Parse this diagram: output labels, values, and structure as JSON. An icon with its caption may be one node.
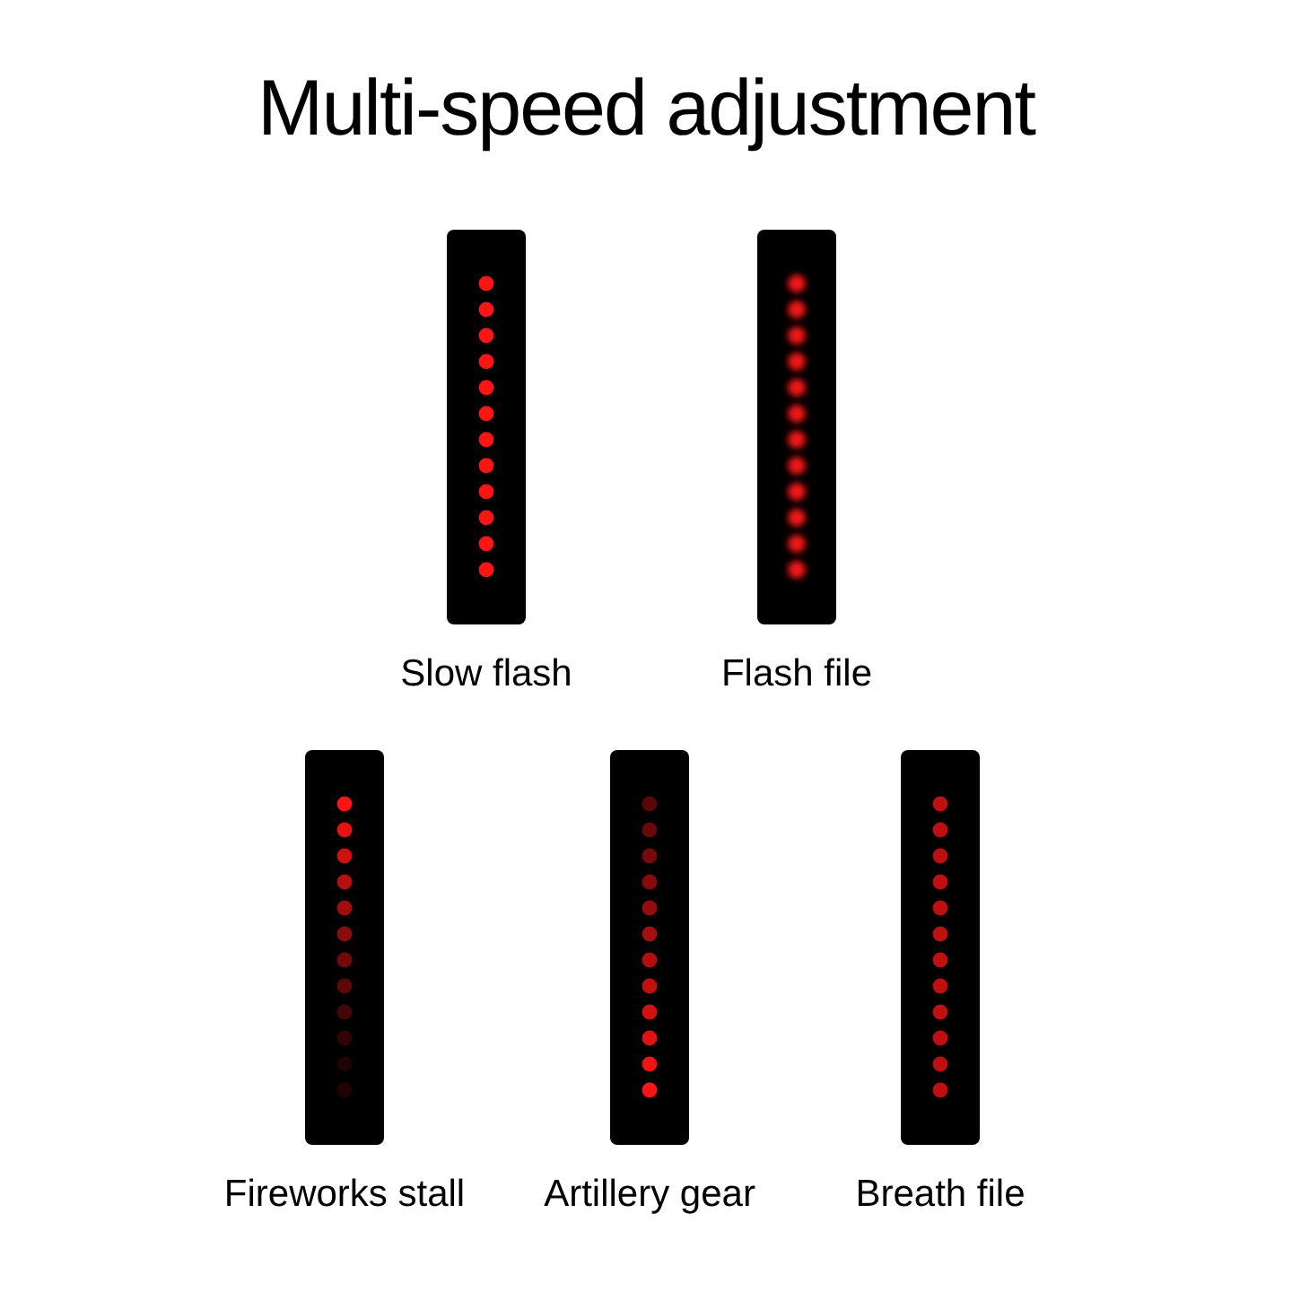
{
  "diagram": {
    "title": "Multi-speed adjustment",
    "nodes": [
      {
        "text": [
          "Slow flash"
        ]
      },
      {
        "text": [
          "Flash file"
        ]
      },
      {
        "text": [
          "Fireworks stall"
        ]
      },
      {
        "text": [
          "Artillery gear"
        ]
      },
      {
        "text": [
          "Breath file"
        ]
      }
    ]
  }
}
